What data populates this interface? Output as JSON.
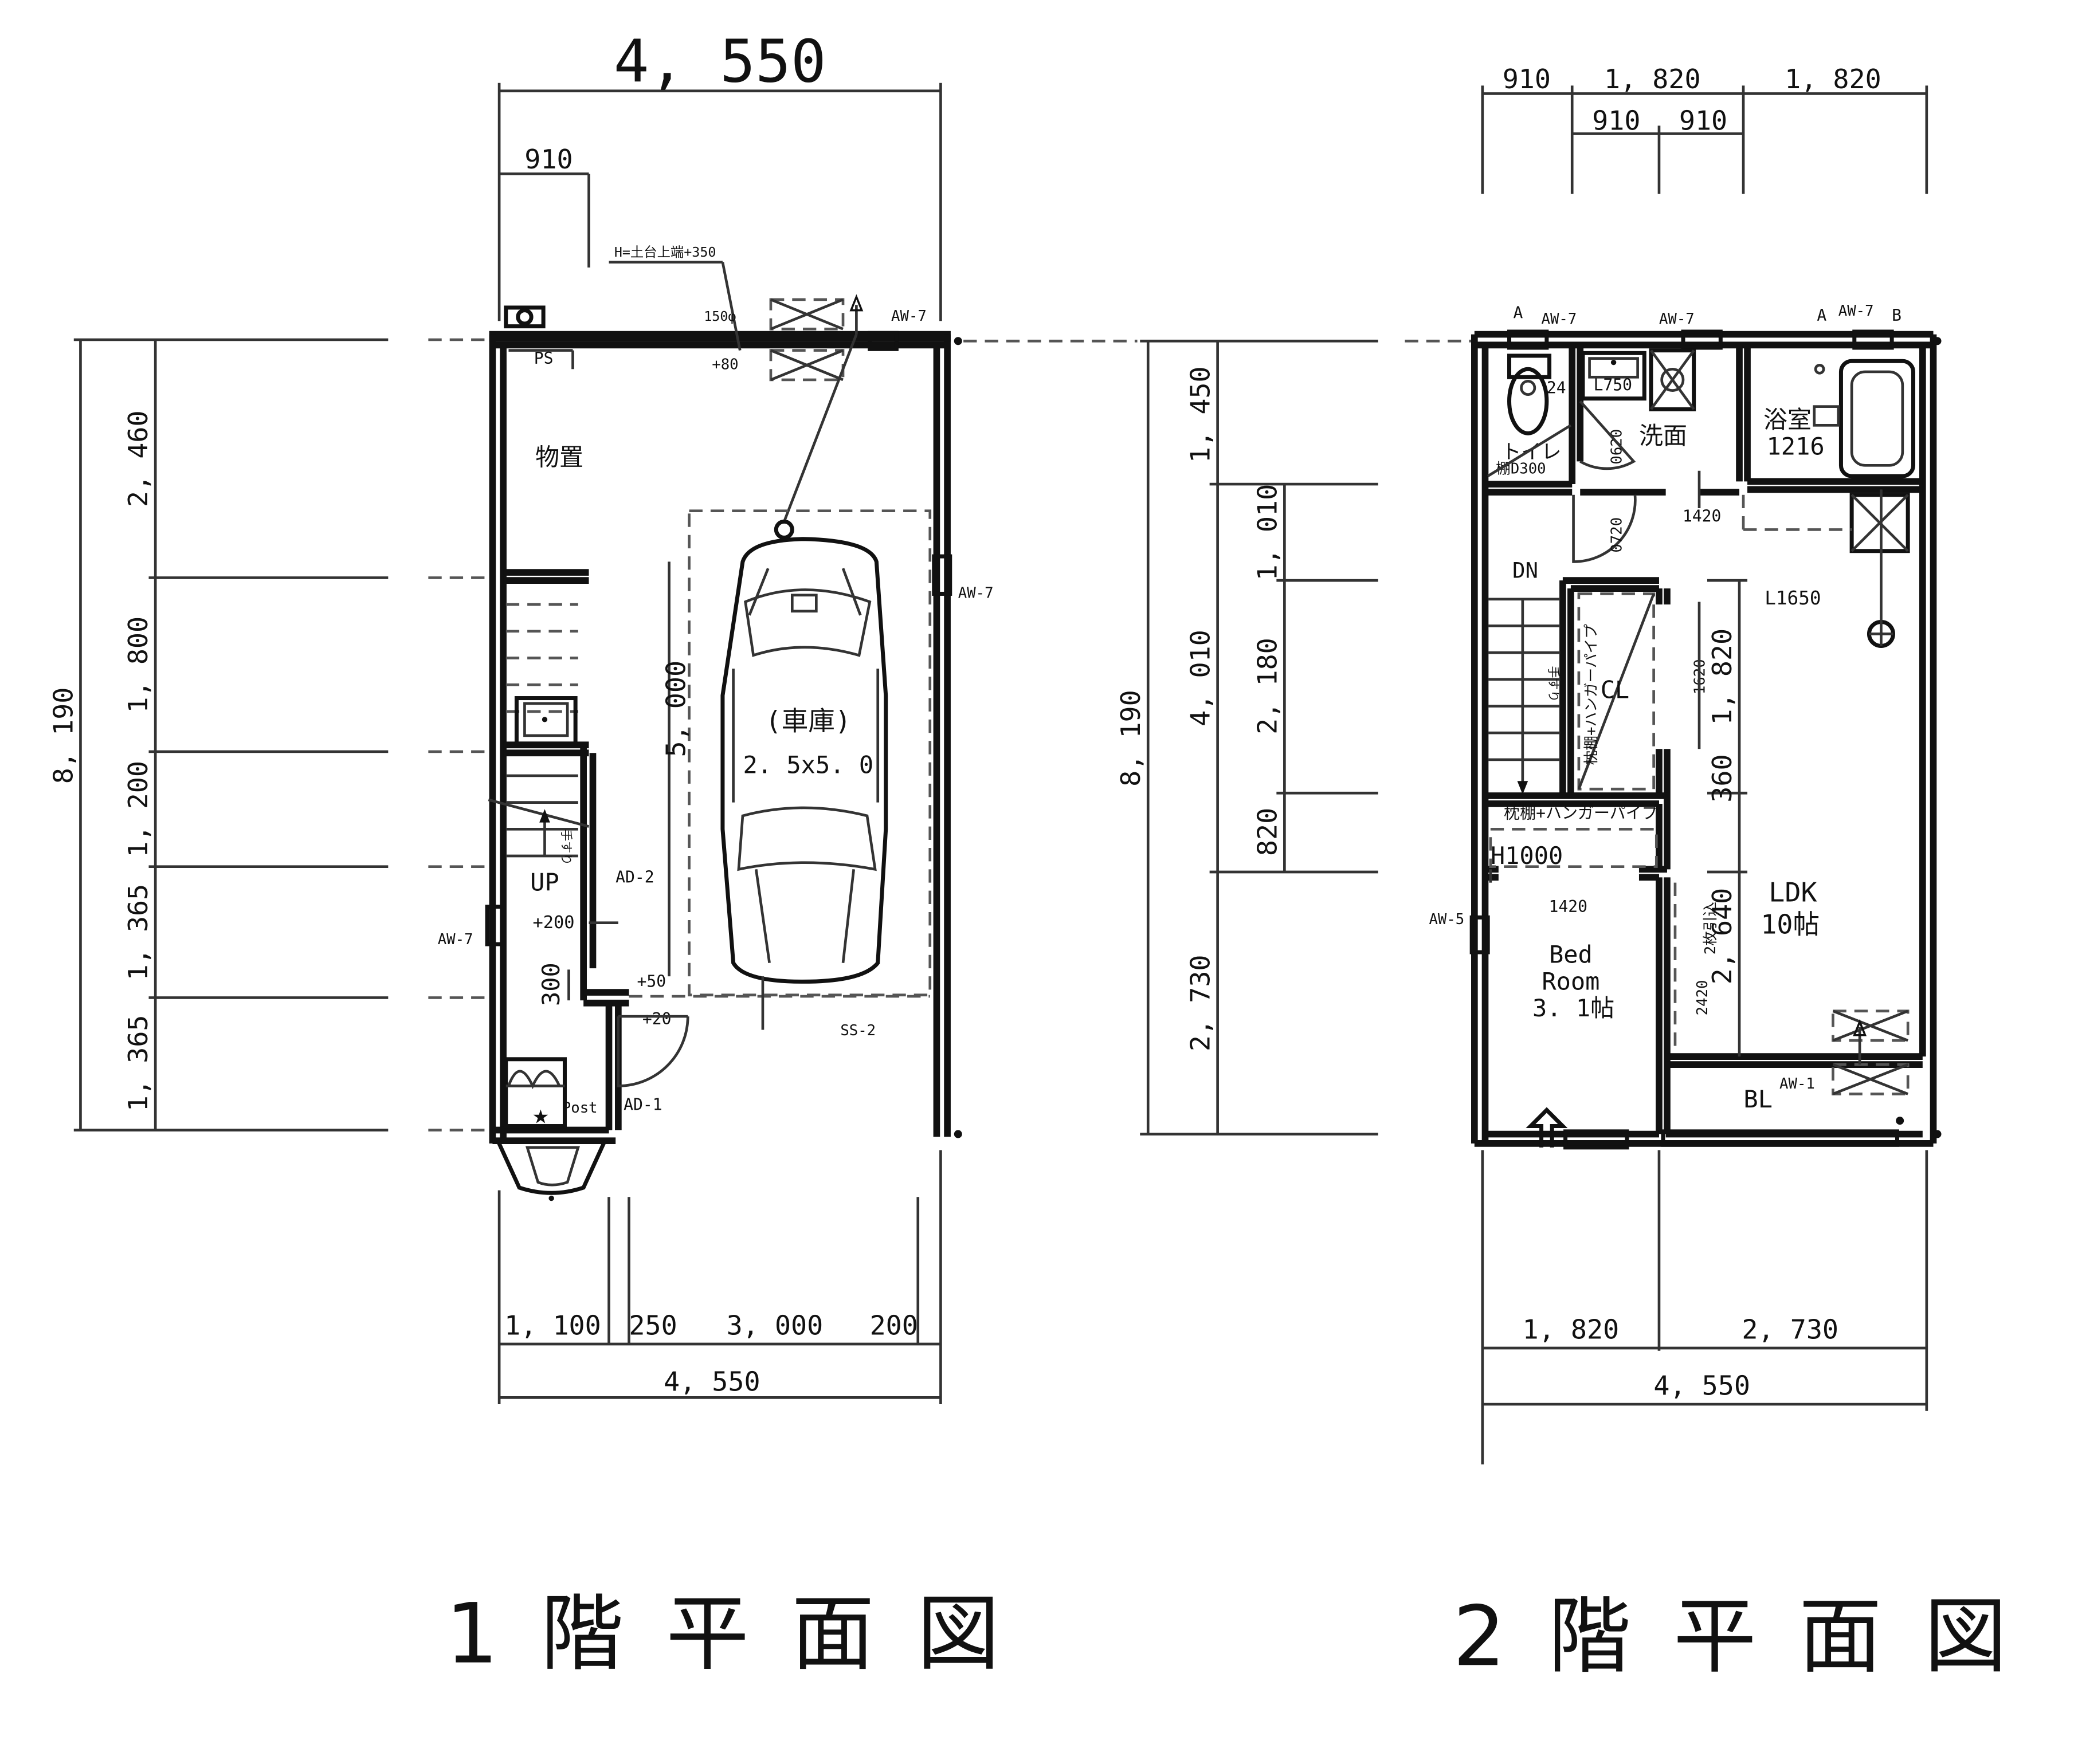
{
  "floor1": {
    "title": "1 階 平 面 図",
    "dims": {
      "top_total": "4, 550",
      "top_sub": "910",
      "left_total": "8, 190",
      "left_seg": [
        "2, 460",
        "1, 800",
        "1, 200",
        "1, 365",
        "1, 365"
      ],
      "bottom_seg": [
        "1, 100",
        "250",
        "3, 000",
        "200"
      ],
      "bottom_total": "4, 550",
      "garage_depth": "5, 000",
      "step": "300"
    },
    "rooms": {
      "storage": "物置",
      "garage_name": "(車庫)",
      "garage_size": "2. 5x5. 0",
      "up": "UP",
      "ps": "PS",
      "post": "Post",
      "handrail": "手すり"
    },
    "notes": {
      "height": "H=土台上端+350",
      "pipe": "150φ",
      "lv80": "+80",
      "lv200": "+200",
      "lv50": "+50",
      "lv20": "+20"
    },
    "openings": {
      "aw7_top": "AW-7",
      "aw7_right": "AW-7",
      "aw7_left": "AW-7",
      "ad2": "AD-2",
      "ad1": "AD-1",
      "ss2": "SS-2"
    }
  },
  "floor2": {
    "title": "2 階 平 面 図",
    "dims": {
      "top_seg": [
        "910",
        "1, 820",
        "1, 820"
      ],
      "top_sub": [
        "910",
        "910"
      ],
      "left_total": "8, 190",
      "left_seg": [
        "1, 450",
        "4, 010",
        "2, 730"
      ],
      "left_sub": [
        "1, 010",
        "2, 180",
        "820"
      ],
      "bottom_seg": [
        "1, 820",
        "2, 730"
      ],
      "bottom_total": "4, 550",
      "in_1820": "1, 820",
      "in_360": "360",
      "in_2640": "2, 640"
    },
    "rooms": {
      "toilet": "トイレ",
      "wash": "洗面",
      "bath": "浴室",
      "bath_size": "1216",
      "cl": "CL",
      "ldk": "LDK",
      "ldk_size": "10帖",
      "bed1": "Bed",
      "bed2": "Room",
      "bed3": "3. 1帖",
      "dn": "DN",
      "bl": "BL",
      "handrail": "手すり"
    },
    "notes": {
      "l750": "L750",
      "l1650": "L1650",
      "w24": "24",
      "shelf_d300": "棚D300",
      "d0620": "0620",
      "d0720": "0720",
      "w1420a": "1420",
      "w1420b": "1420",
      "w1620": "1620",
      "w2420": "2420",
      "h1000": "H1000",
      "shelf_pipe_v": "枕棚+ハンガーパイプ",
      "shelf_pipe_h": "枕棚+ハンガーパイプ",
      "slide2": "2枚引込"
    },
    "openings": {
      "aw7_a": "AW-7",
      "aw7_b": "AW-7",
      "aw7_c": "AW-7",
      "aw5": "AW-5",
      "aw1": "AW-1",
      "mark_a1": "A",
      "mark_a2": "A",
      "mark_b": "B"
    }
  }
}
